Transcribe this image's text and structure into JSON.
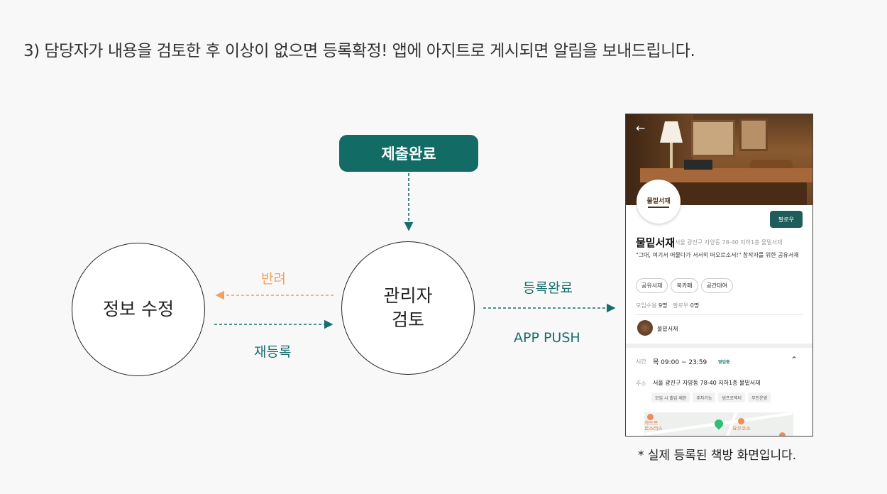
{
  "heading": "3) 담당자가 내용을 검토한 후 이상이 없으면 등록확정! 앱에 아지트로 게시되면 알림을 보내드립니다.",
  "submit_done": "제출완료",
  "node_edit": "정보 수정",
  "node_review": {
    "line1": "관리자",
    "line2": "검토"
  },
  "edge_reject": "반려",
  "edge_reregister": "재등록",
  "edge_registered": "등록완료",
  "edge_push": "APP PUSH",
  "colors": {
    "teal": "#136b66",
    "orange": "#f0a060"
  },
  "phone": {
    "back_icon": "←",
    "logo_text": "물밑서재",
    "follow_label": "팔로우",
    "name": "물밑서재",
    "address_short": "서울 광진구 자양동 78-40 지하1층 물밑서재",
    "description": "\"그대, 여기서 머물다가 서서히 떠오르소서!\" 창작자를 위한 공유서재",
    "tags": [
      "공유서재",
      "북카페",
      "공간대여"
    ],
    "stats": {
      "members_label": "모임수용",
      "members": "9명",
      "followers_label": "팔로우",
      "followers": "0명"
    },
    "owner": "물밑서재",
    "time_label": "시간",
    "time": "목 09:00 ~ 23:59",
    "open_status": "영업중",
    "caret_icon": "⌃",
    "address_label": "주소",
    "address": "서울 광진구 자양동 78-40 지하1층 물밑서재",
    "chips": [
      "모임 시 출입 제한",
      "주차가능",
      "빔프로젝터",
      "무인운영"
    ],
    "map_label1": "카드프\n로스터스",
    "map_label2": "요우코소"
  },
  "caption": "* 실제 등록된 책방 화면입니다."
}
